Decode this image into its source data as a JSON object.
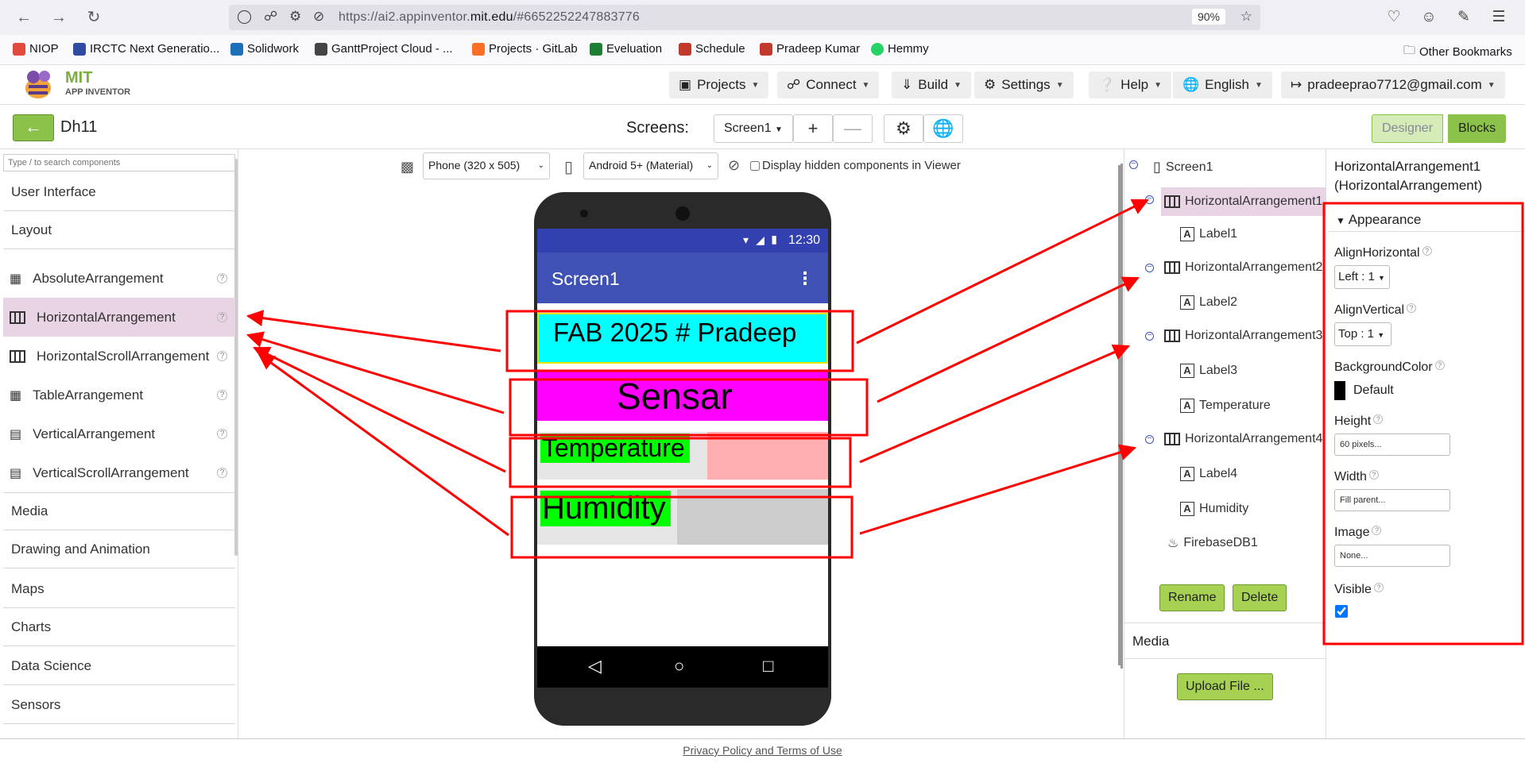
{
  "browser": {
    "url_prefix": "https://ai2.appinventor.",
    "url_domain": "mit.edu",
    "url_suffix": "/#6652252247883776",
    "zoom": "90%"
  },
  "bookmarks": [
    {
      "label": "NIOP",
      "color": "#e04a3f"
    },
    {
      "label": "IRCTC Next Generatio...",
      "color": "#2f4aa0"
    },
    {
      "label": "Solidwork",
      "color": "#1c6fb8"
    },
    {
      "label": "GanttProject Cloud - ...",
      "color": "#444444"
    },
    {
      "label": "Projects · GitLab",
      "color": "#fc6d26"
    },
    {
      "label": "Eveluation",
      "color": "#1e7e34"
    },
    {
      "label": "Schedule",
      "color": "#c0392b"
    },
    {
      "label": "Pradeep Kumar",
      "color": "#c0392b"
    },
    {
      "label": "Hemmy",
      "color": "#25d366"
    }
  ],
  "other_bookmarks": "Other Bookmarks",
  "header": {
    "logo_title": "MIT",
    "logo_subtitle": "APP INVENTOR",
    "menus": [
      "Projects",
      "Connect",
      "Build",
      "Settings",
      "Help",
      "English",
      "pradeeprao7712@gmail.com"
    ]
  },
  "toolbar": {
    "project": "Dh11",
    "screens_label": "Screens:",
    "screen": "Screen1",
    "designer": "Designer",
    "blocks": "Blocks"
  },
  "palette": {
    "search_placeholder": "Type / to search components",
    "categories_top": [
      "User Interface",
      "Layout"
    ],
    "layout_items": [
      "AbsoluteArrangement",
      "HorizontalArrangement",
      "HorizontalScrollArrangement",
      "TableArrangement",
      "VerticalArrangement",
      "VerticalScrollArrangement"
    ],
    "categories_bottom": [
      "Media",
      "Drawing and Animation",
      "Maps",
      "Charts",
      "Data Science",
      "Sensors"
    ]
  },
  "viewer": {
    "phone_size": "Phone (320 x 505)",
    "theme": "Android 5+ (Material)",
    "hidden_label": "Display hidden components in Viewer",
    "time": "12:30",
    "app_title": "Screen1",
    "label1": "FAB 2025 # Pradeep",
    "label2": "Sensar",
    "label3": "Temperature",
    "label4": "Humidity",
    "colors": {
      "cyan": "#00ffff",
      "magenta": "#ff00ff",
      "green": "#00ff00",
      "pink": "#ffafaf",
      "gray": "#cccccc",
      "annotation": "#ff0000"
    }
  },
  "tree": {
    "root": "Screen1",
    "items": [
      "HorizontalArrangement1",
      "Label1",
      "HorizontalArrangement2",
      "Label2",
      "HorizontalArrangement3",
      "Label3",
      "Temperature",
      "HorizontalArrangement4",
      "Label4",
      "Humidity",
      "FirebaseDB1"
    ],
    "rename": "Rename",
    "delete": "Delete",
    "media": "Media",
    "upload": "Upload File ..."
  },
  "properties": {
    "title": "HorizontalArrangement1",
    "subtitle": "(HorizontalArrangement)",
    "section": "Appearance",
    "align_h_label": "AlignHorizontal",
    "align_h_value": "Left : 1",
    "align_v_label": "AlignVertical",
    "align_v_value": "Top : 1",
    "bg_label": "BackgroundColor",
    "bg_value": "Default",
    "height_label": "Height",
    "height_value": "60 pixels...",
    "width_label": "Width",
    "width_value": "Fill parent...",
    "image_label": "Image",
    "image_value": "None...",
    "visible_label": "Visible"
  },
  "footer": "Privacy Policy and Terms of Use"
}
